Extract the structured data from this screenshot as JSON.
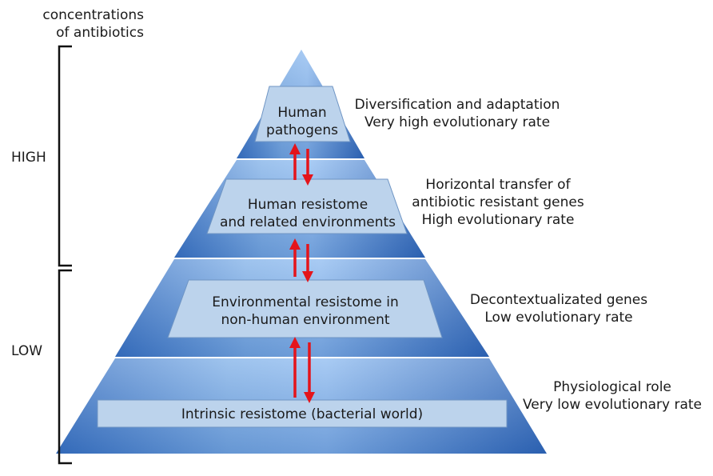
{
  "axis": {
    "title": "concentrations\nof antibiotics",
    "high_label": "HIGH",
    "low_label": "LOW"
  },
  "layers": [
    {
      "label": "Human\npathogens",
      "note": "Diversification and adaptation\nVery high evolutionary rate"
    },
    {
      "label": "Human resistome\nand related environments",
      "note": "Horizontal transfer of\nantibiotic resistant genes\nHigh evolutionary rate"
    },
    {
      "label": "Environmental resistome in\nnon-human environment",
      "note": "Decontextualizated genes\nLow evolutionary rate"
    },
    {
      "label": "Intrinsic resistome (bacterial world)",
      "note": "Physiological role\nVery low evolutionary rate"
    }
  ],
  "colors": {
    "pyramid_dark": "#3f7fce",
    "pyramid_light": "#a9c8ee",
    "inner_box": "#bcd3ec",
    "arrow": "#e4141b",
    "bracket": "#111111"
  }
}
